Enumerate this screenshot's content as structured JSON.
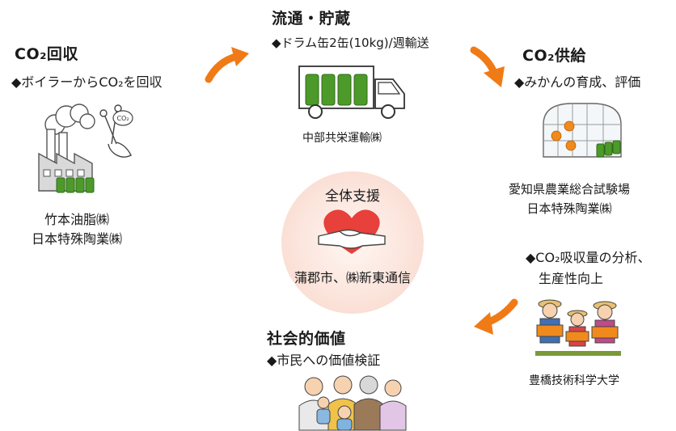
{
  "collect": {
    "title": "CO₂回収",
    "desc": "◆ボイラーからCO₂を回収",
    "orgs": [
      "竹本油脂㈱",
      "日本特殊陶業㈱"
    ],
    "bubble": "CO₂"
  },
  "transport": {
    "title": "流通・貯蔵",
    "desc": "◆ドラム缶2缶(10kg)/週輸送",
    "org": "中部共栄運輸㈱"
  },
  "supply": {
    "title": "CO₂供給",
    "desc": "◆みかんの育成、評価",
    "orgs": [
      "愛知県農業総合試験場",
      "日本特殊陶業㈱"
    ]
  },
  "analysis": {
    "desc": [
      "◆CO₂吸収量の分析、",
      "生産性向上"
    ],
    "org": "豊橋技術科学大学"
  },
  "social": {
    "title": "社会的価値",
    "desc": "◆市民への価値検証"
  },
  "support": {
    "title": "全体支援",
    "org": "蒲郡市、㈱新東通信"
  },
  "colors": {
    "arrow": "#f07b16",
    "drum": "#4c9a2a",
    "heart": "#e8403a",
    "supportBg": "#fbe3da"
  }
}
